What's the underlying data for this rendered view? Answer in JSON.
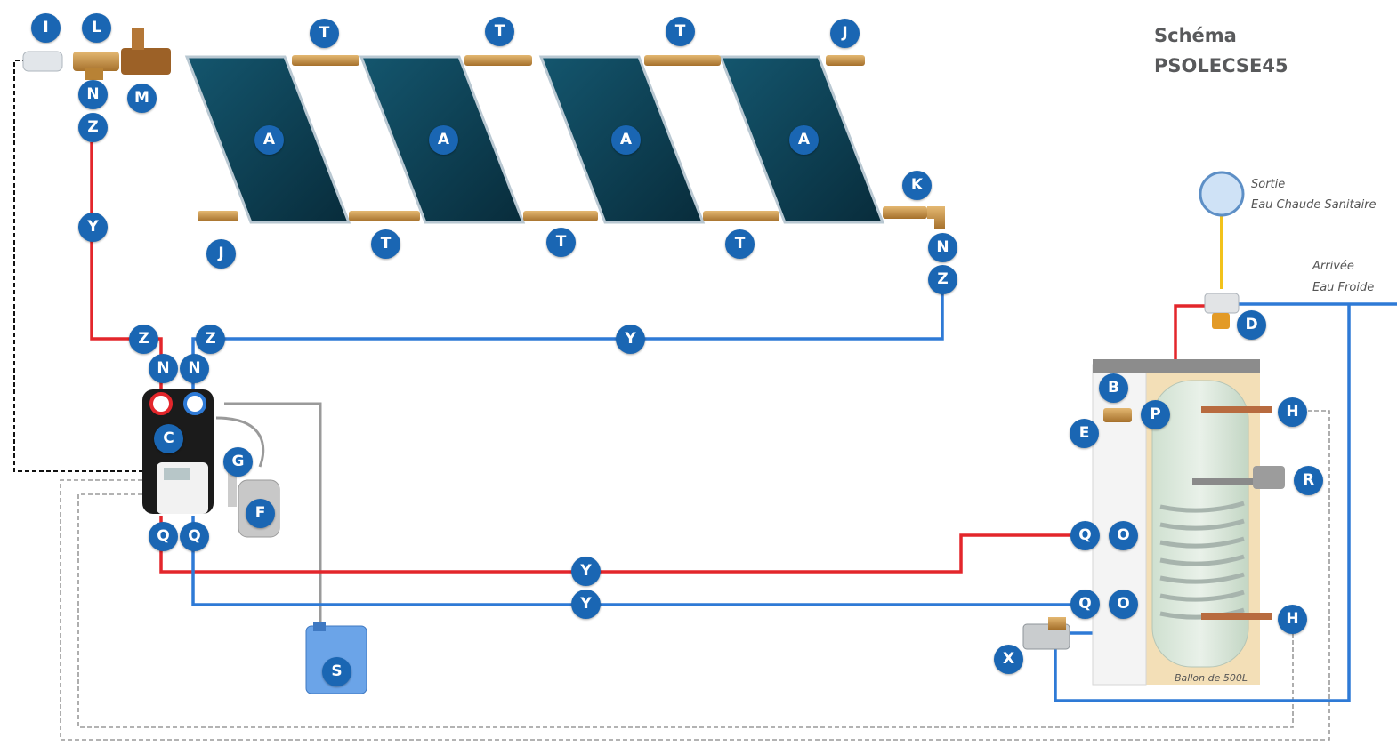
{
  "title": {
    "line1": "Schéma",
    "line2": "PSOLECSE45"
  },
  "notes": {
    "hot_out_1": "Sortie",
    "hot_out_2": "Eau Chaude Sanitaire",
    "cold_in_1": "Arrivée",
    "cold_in_2": "Eau Froide",
    "tank_caption": "Ballon de 500L"
  },
  "labels": {
    "I": "I",
    "L": "L",
    "M": "M",
    "N": "N",
    "Z": "Z",
    "Y": "Y",
    "A": "A",
    "T": "T",
    "J": "J",
    "K": "K",
    "C": "C",
    "G": "G",
    "F": "F",
    "Q": "Q",
    "S": "S",
    "B": "B",
    "E": "E",
    "P": "P",
    "H": "H",
    "R": "R",
    "O": "O",
    "D": "D",
    "X": "X"
  },
  "colors": {
    "hot": "#e3262b",
    "cold": "#2e7ad6",
    "badge": "#1a66b3",
    "panel": "#0d3b4d",
    "cable": "#999999"
  }
}
